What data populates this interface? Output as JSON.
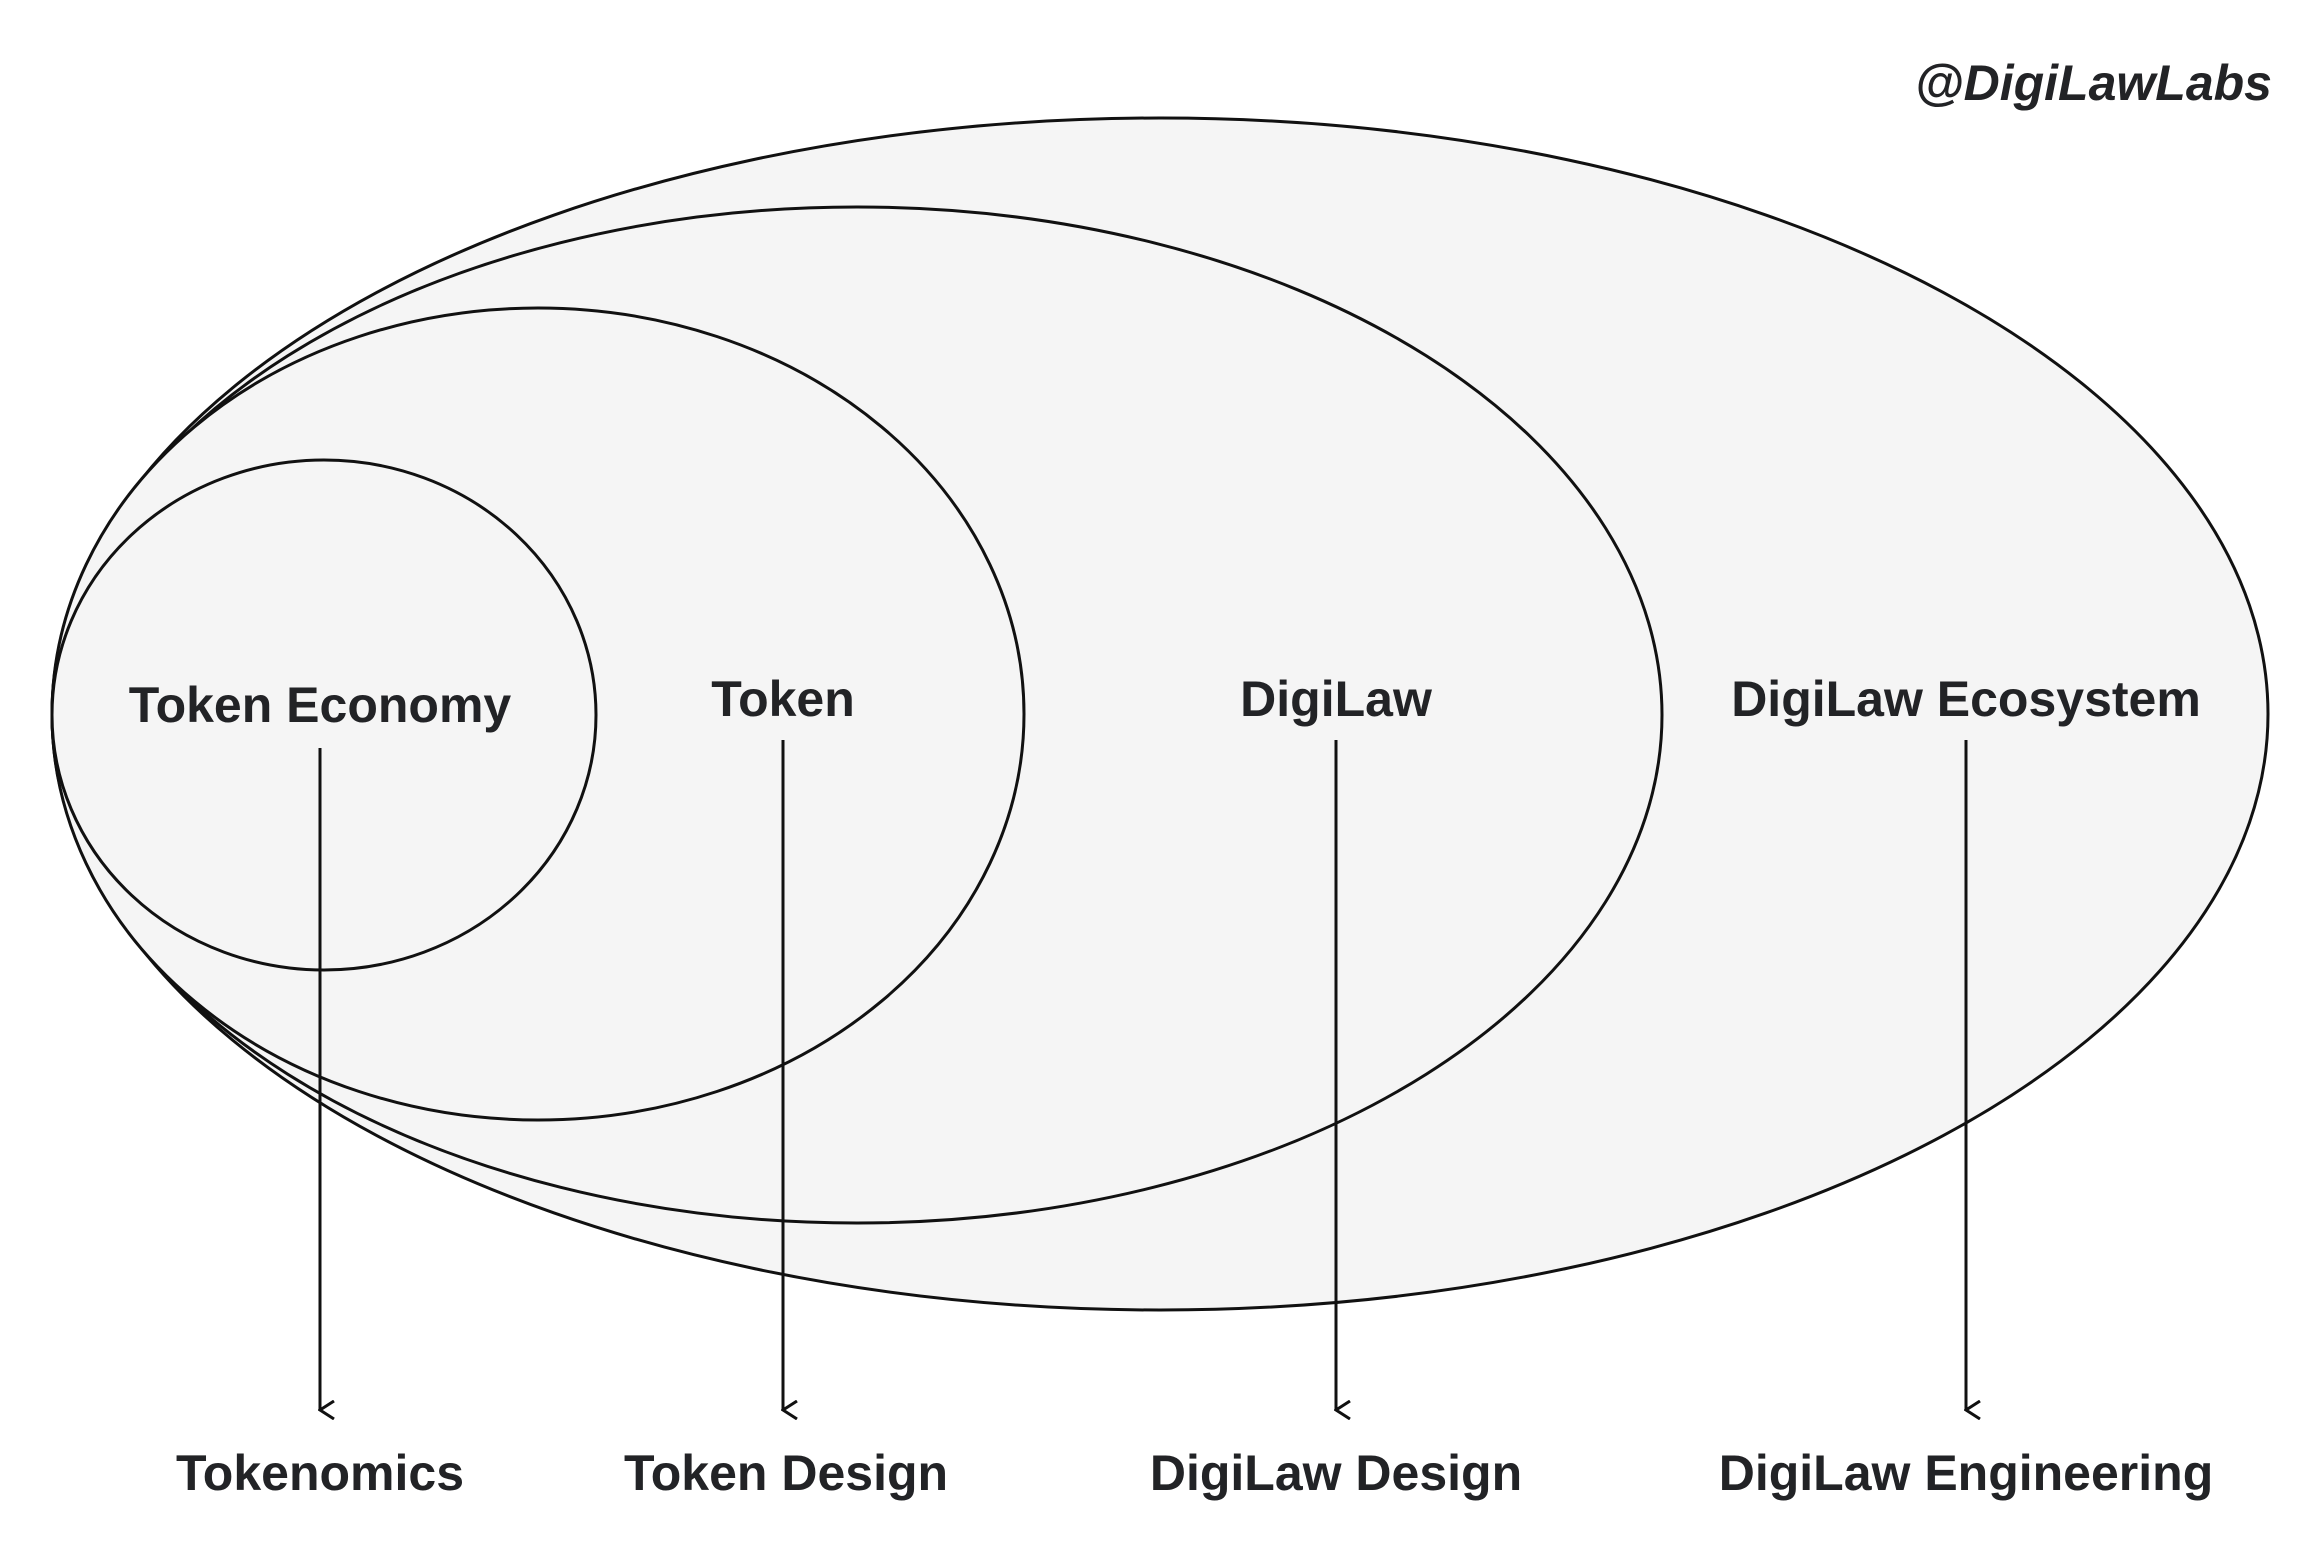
{
  "brand": {
    "handle": "@DigiLawLabs"
  },
  "colors": {
    "fill": "#f5f5f5",
    "stroke": "#111111",
    "text": "#222326",
    "background": "#ffffff"
  },
  "diagram": {
    "type": "nested-ellipses",
    "layers": [
      {
        "name": "DigiLaw Ecosystem",
        "discipline": "DigiLaw Engineering"
      },
      {
        "name": "DigiLaw",
        "discipline": "DigiLaw Design"
      },
      {
        "name": "Token",
        "discipline": "Token Design"
      },
      {
        "name": "Token Economy",
        "discipline": "Tokenomics"
      }
    ]
  },
  "labels": {
    "inner": [
      "Token Economy",
      "Token",
      "DigiLaw",
      "DigiLaw Ecosystem"
    ],
    "outer": [
      "Tokenomics",
      "Token Design",
      "DigiLaw Design",
      "DigiLaw Engineering"
    ]
  }
}
